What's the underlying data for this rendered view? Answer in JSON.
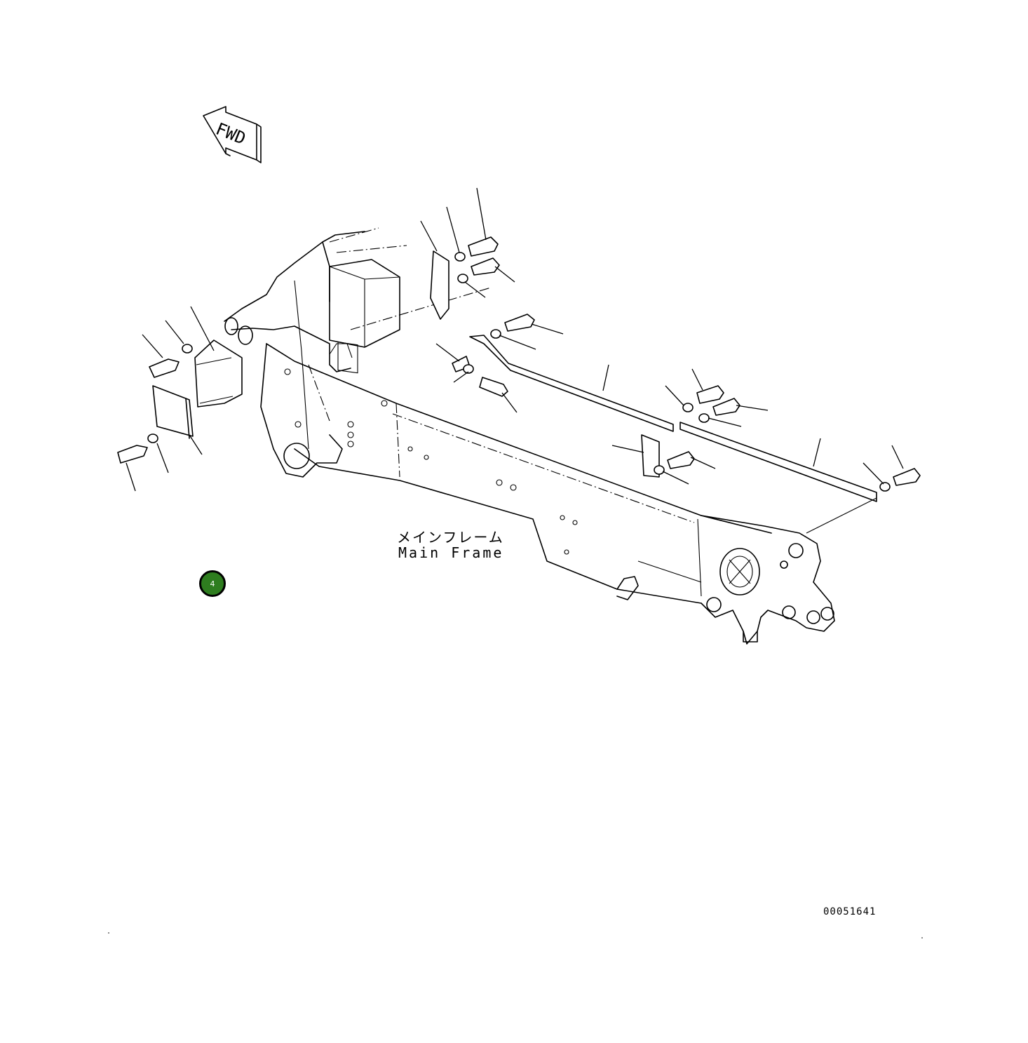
{
  "direction_arrow": {
    "label": "FWD"
  },
  "title": {
    "japanese": "メインフレーム",
    "english": "Main Frame"
  },
  "callout_badge": {
    "number": "4",
    "color": "#2e7d1f"
  },
  "document_id": "00051641"
}
